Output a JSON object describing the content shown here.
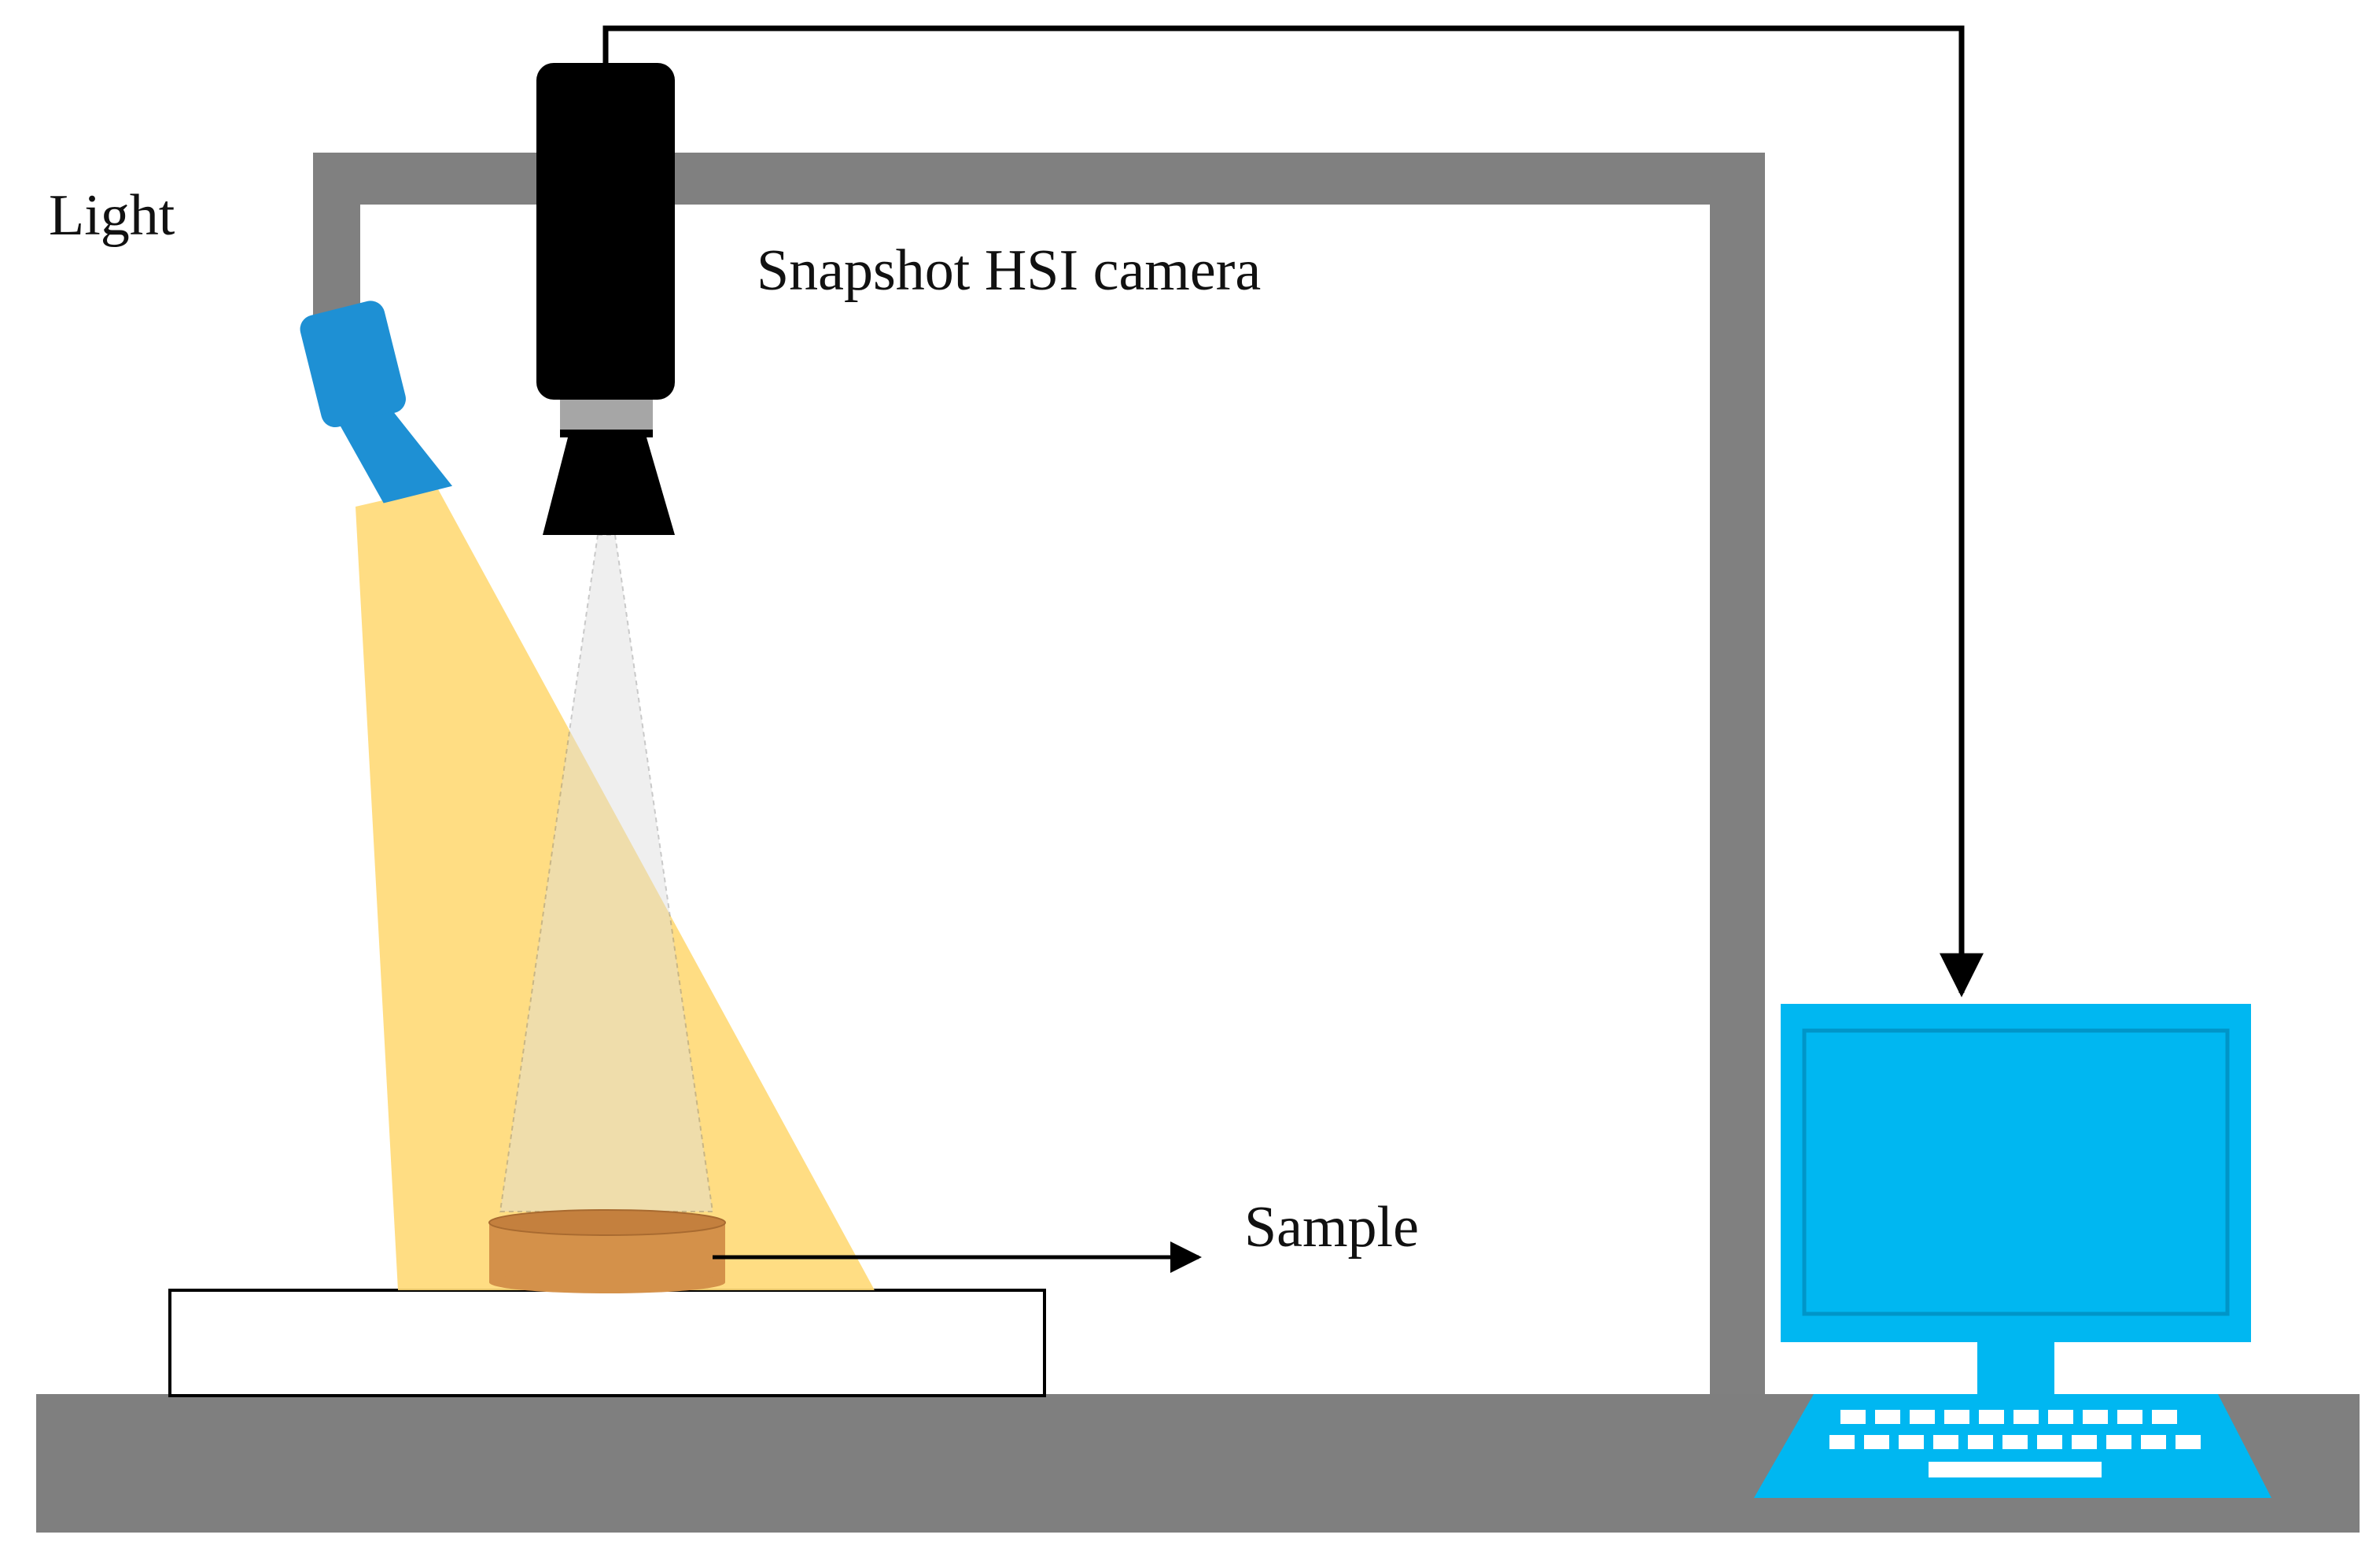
{
  "labels": {
    "light": "Light",
    "camera": "Snapshot HSI camera",
    "sample": "Sample"
  },
  "colors": {
    "frame": "#808080",
    "camera_body": "#000000",
    "camera_ring": "#a6a6a6",
    "lamp": "#1e90d4",
    "light_beam": "#ffd976",
    "view_cone": "#e6e6e6",
    "sample": "#d4914a",
    "monitor": "#00b7f1",
    "keyboard": "#00b7f1",
    "signal_line": "#000000"
  }
}
